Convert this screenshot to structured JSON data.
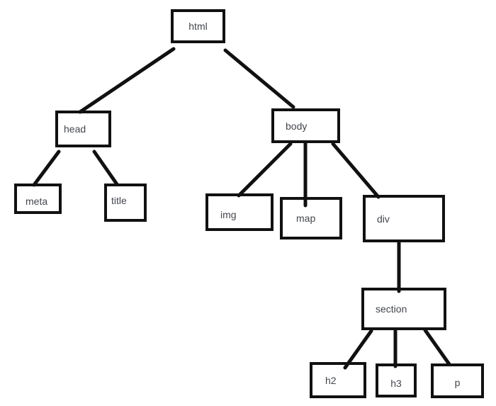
{
  "diagram": {
    "type": "tree",
    "description": "DOM tree diagram of an HTML document",
    "colors": {
      "background": "#ffffff",
      "box_border": "#111111",
      "box_fill": "#ffffff",
      "line": "#111111",
      "text": "#43464c"
    },
    "nodes": [
      {
        "id": "html",
        "label": "html"
      },
      {
        "id": "head",
        "label": "head"
      },
      {
        "id": "body",
        "label": "body"
      },
      {
        "id": "meta",
        "label": "meta"
      },
      {
        "id": "title",
        "label": "title"
      },
      {
        "id": "img",
        "label": "img"
      },
      {
        "id": "map",
        "label": "map"
      },
      {
        "id": "div",
        "label": "div"
      },
      {
        "id": "section",
        "label": "section"
      },
      {
        "id": "h2",
        "label": "h2"
      },
      {
        "id": "h3",
        "label": "h3"
      },
      {
        "id": "p",
        "label": "p"
      }
    ],
    "edges": [
      {
        "from": "html",
        "to": "head"
      },
      {
        "from": "html",
        "to": "body"
      },
      {
        "from": "head",
        "to": "meta"
      },
      {
        "from": "head",
        "to": "title"
      },
      {
        "from": "body",
        "to": "img"
      },
      {
        "from": "body",
        "to": "map"
      },
      {
        "from": "body",
        "to": "div"
      },
      {
        "from": "div",
        "to": "section"
      },
      {
        "from": "section",
        "to": "h2"
      },
      {
        "from": "section",
        "to": "h3"
      },
      {
        "from": "section",
        "to": "p"
      }
    ]
  }
}
